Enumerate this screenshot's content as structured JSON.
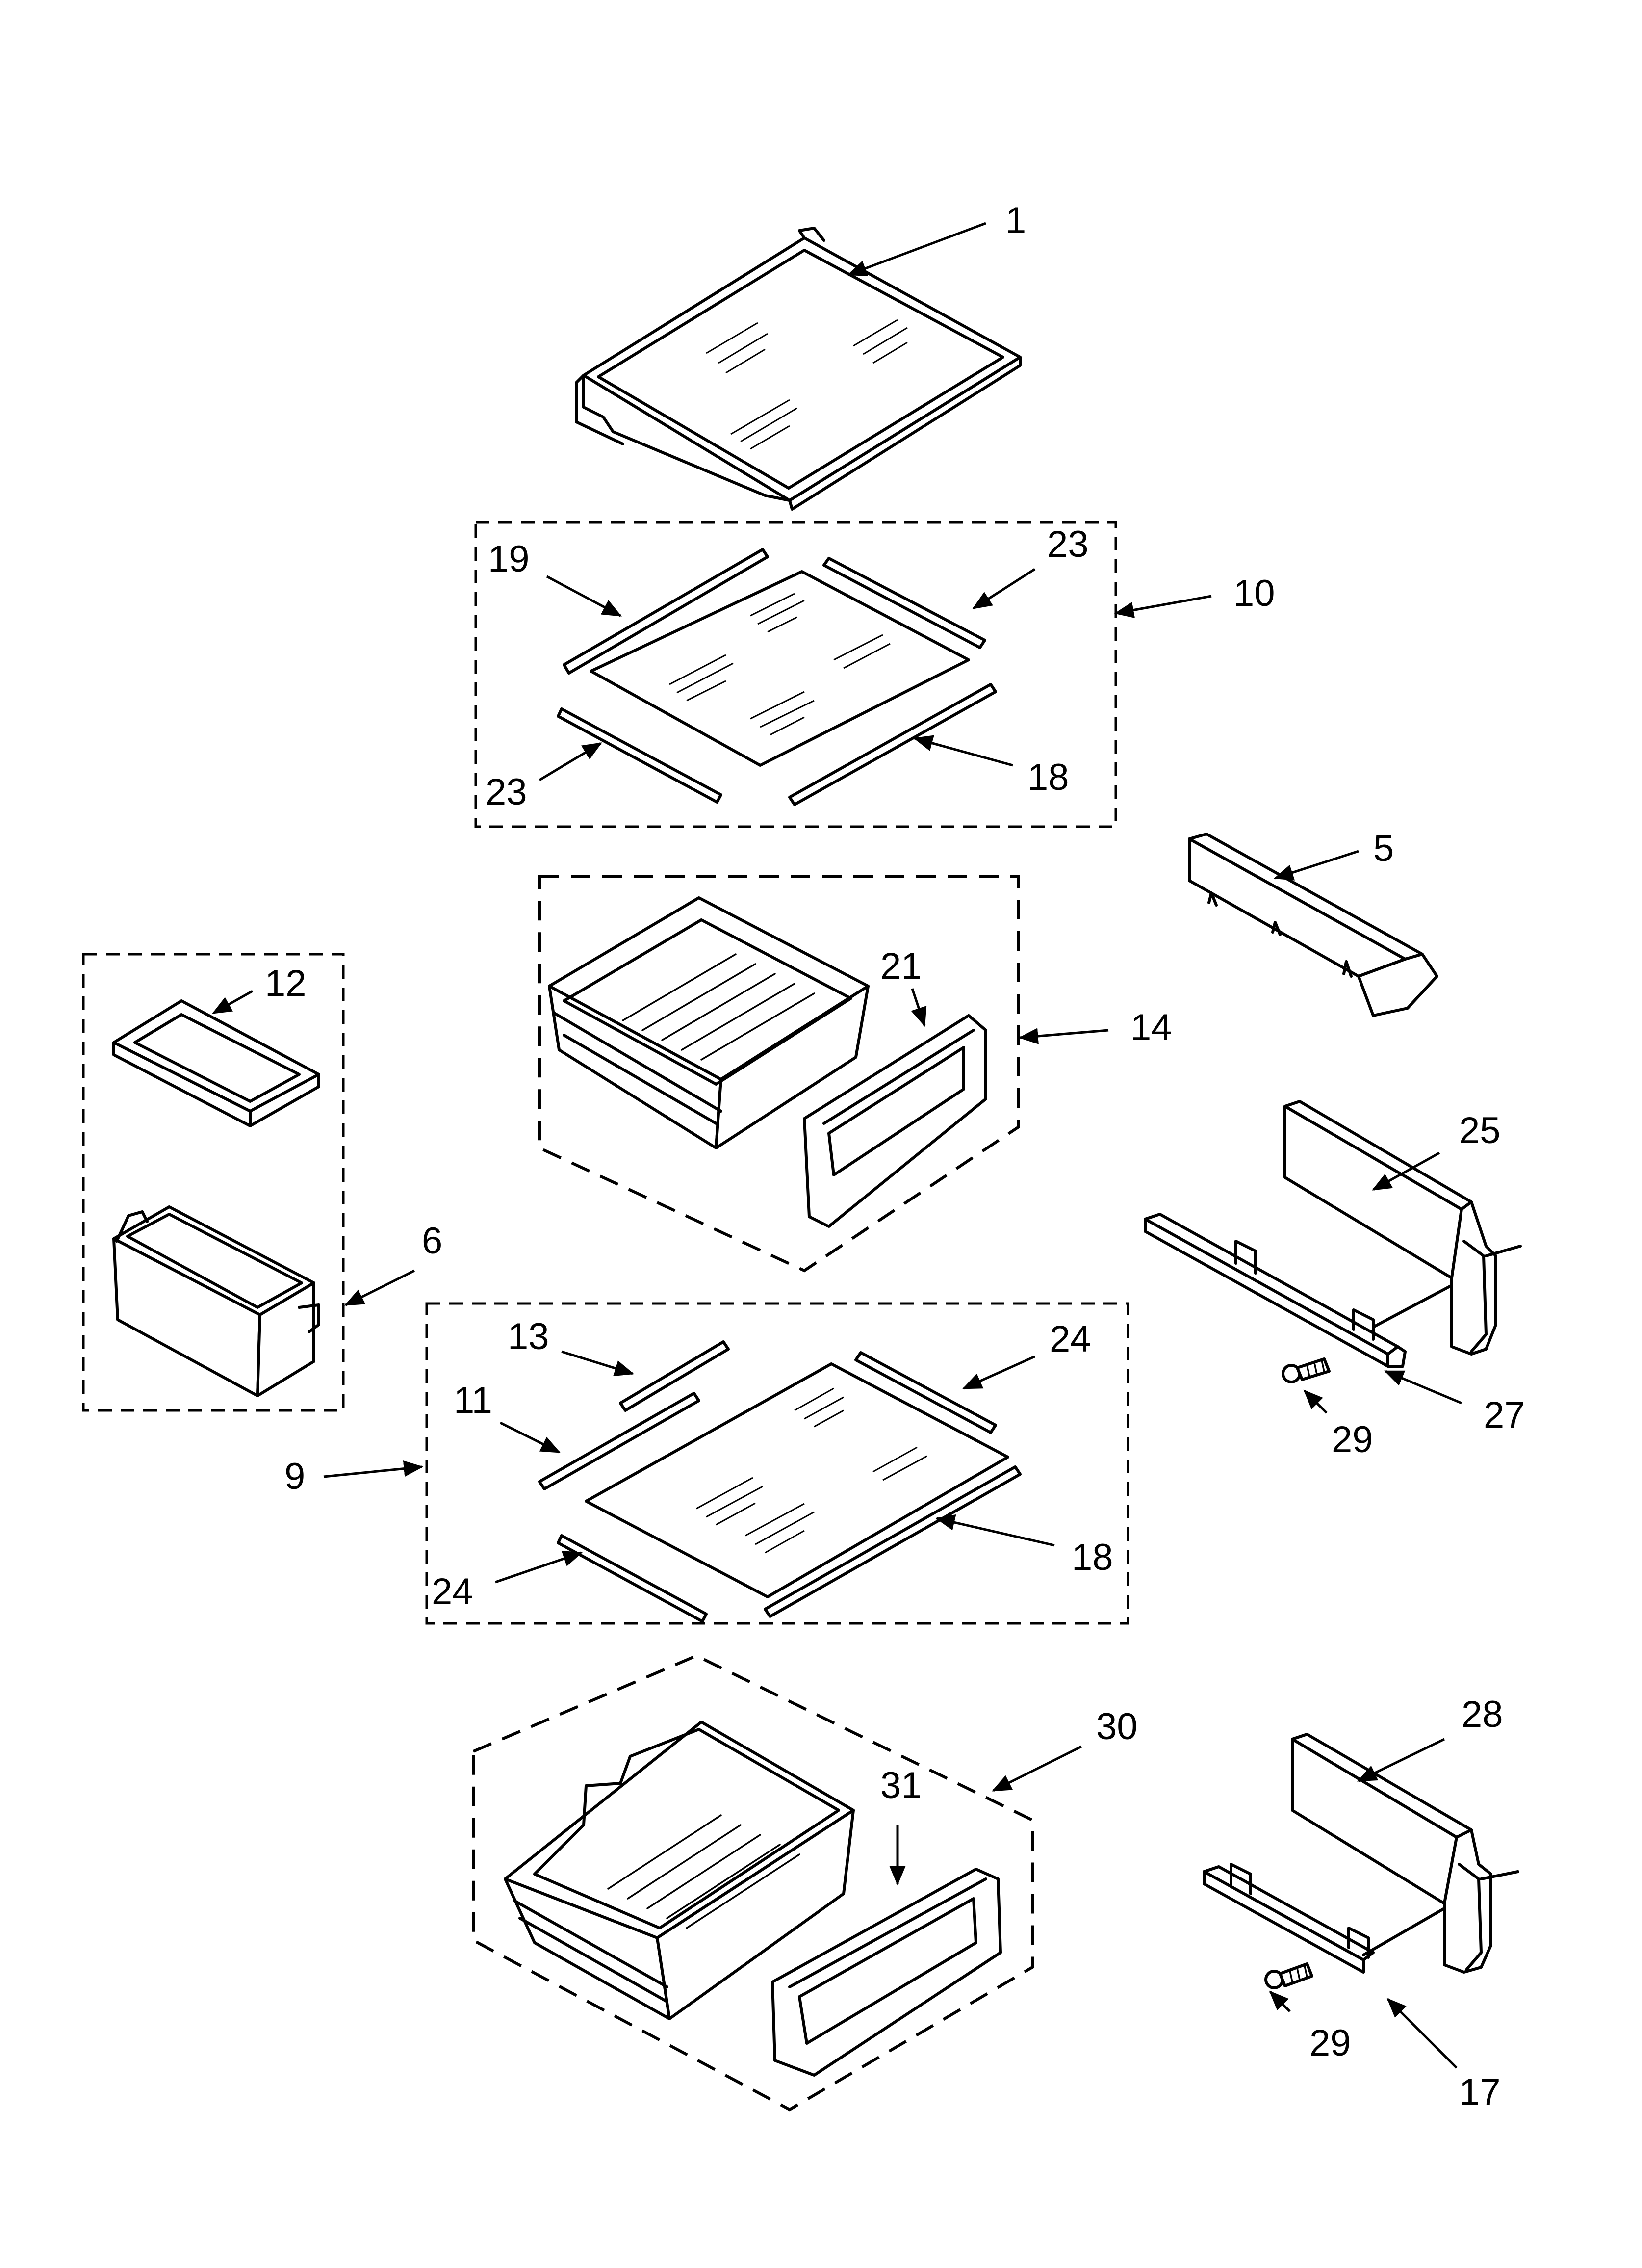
{
  "diagram": {
    "type": "exploded parts diagram",
    "callouts": [
      {
        "id": "c1",
        "label": "1",
        "part": "shelf-assembly-top"
      },
      {
        "id": "c10",
        "label": "10",
        "part": "shelf-kit-group-upper"
      },
      {
        "id": "c19",
        "label": "19",
        "part": "shelf-trim-rear"
      },
      {
        "id": "c23a",
        "label": "23",
        "part": "shelf-trim-right-upper"
      },
      {
        "id": "c23b",
        "label": "23",
        "part": "shelf-trim-left-upper"
      },
      {
        "id": "c18a",
        "label": "18",
        "part": "shelf-trim-front-upper"
      },
      {
        "id": "c5",
        "label": "5",
        "part": "crisper-cover-support"
      },
      {
        "id": "c12",
        "label": "12",
        "part": "bin-lid"
      },
      {
        "id": "c6",
        "label": "6",
        "part": "bin-group"
      },
      {
        "id": "c21",
        "label": "21",
        "part": "crisper-drawer-front"
      },
      {
        "id": "c14",
        "label": "14",
        "part": "crisper-drawer-group"
      },
      {
        "id": "c25",
        "label": "25",
        "part": "slide-rail-cover"
      },
      {
        "id": "c27",
        "label": "27",
        "part": "slide-rail"
      },
      {
        "id": "c29a",
        "label": "29",
        "part": "screw-upper"
      },
      {
        "id": "c13",
        "label": "13",
        "part": "shelf-trim-rear-short"
      },
      {
        "id": "c11",
        "label": "11",
        "part": "shelf-trim-rear-long"
      },
      {
        "id": "c24a",
        "label": "24",
        "part": "shelf-trim-right-lower"
      },
      {
        "id": "c24b",
        "label": "24",
        "part": "shelf-trim-left-lower"
      },
      {
        "id": "c9",
        "label": "9",
        "part": "shelf-kit-group-lower"
      },
      {
        "id": "c18b",
        "label": "18",
        "part": "shelf-trim-front-lower"
      },
      {
        "id": "c30",
        "label": "30",
        "part": "meat-drawer-group"
      },
      {
        "id": "c31",
        "label": "31",
        "part": "meat-drawer-front"
      },
      {
        "id": "c28",
        "label": "28",
        "part": "slide-rail-cover-lower"
      },
      {
        "id": "c29b",
        "label": "29",
        "part": "screw-lower"
      },
      {
        "id": "c17",
        "label": "17",
        "part": "slide-rail-lower"
      }
    ]
  }
}
